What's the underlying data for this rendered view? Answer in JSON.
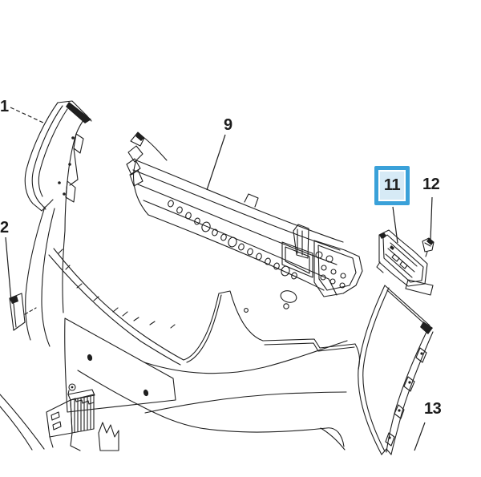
{
  "diagram": {
    "kind": "exploded parts line drawing",
    "callouts": [
      {
        "label": "1",
        "highlighted": false
      },
      {
        "label": "2",
        "highlighted": false
      },
      {
        "label": "9",
        "highlighted": false
      },
      {
        "label": "11",
        "highlighted": true
      },
      {
        "label": "12",
        "highlighted": false
      },
      {
        "label": "13",
        "highlighted": false
      }
    ],
    "colors": {
      "background": "#ffffff",
      "line": "#1f1f1f",
      "highlight_border": "#3aa1d9",
      "highlight_fill": "#d6eaf6",
      "highlight_inner_ring": "#ffffff"
    }
  }
}
